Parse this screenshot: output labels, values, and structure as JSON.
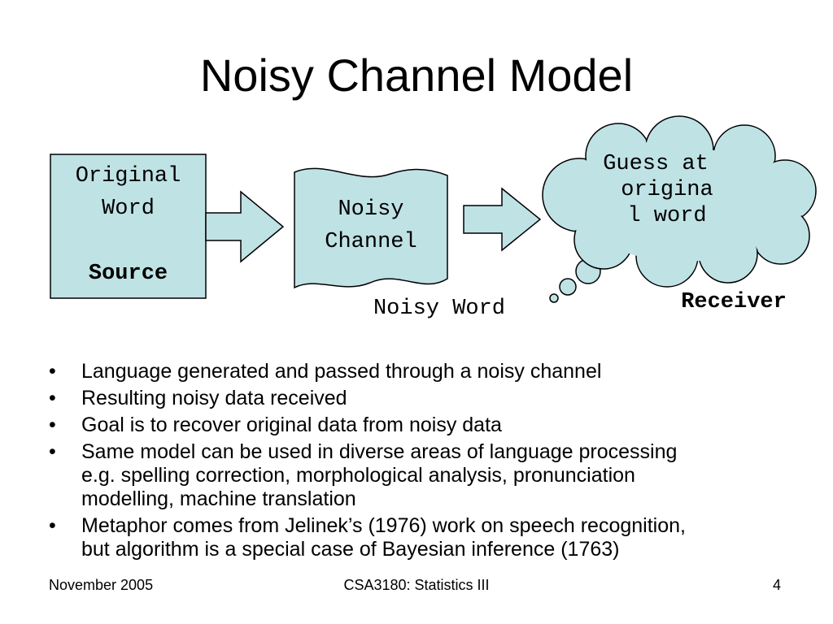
{
  "title": "Noisy Channel Model",
  "colors": {
    "box_fill": "#bfe2e5",
    "stroke": "#000000"
  },
  "diagram": {
    "source_box": {
      "line1": "Original",
      "line2": "Word",
      "label": "Source"
    },
    "channel_box": {
      "line1": "Noisy",
      "line2": "Channel"
    },
    "channel_caption": "Noisy Word",
    "cloud": {
      "line1": "Guess at",
      "line2": "origina",
      "line3": "l word"
    },
    "receiver_label": "Receiver"
  },
  "bullets": [
    {
      "line1": "Language generated and passed through a noisy channel"
    },
    {
      "line1": "Resulting noisy data received"
    },
    {
      "line1": "Goal is to recover original data from noisy data"
    },
    {
      "line1": "Same model can be used in diverse areas of language processing",
      "line2": "e.g. spelling correction, morphological analysis, pronunciation",
      "line3": "modelling, machine translation"
    },
    {
      "line1": "Metaphor comes from Jelinek’s (1976) work on speech recognition,",
      "line2": "but algorithm is a special case of Bayesian inference (1763)"
    }
  ],
  "footer": {
    "date": "November 2005",
    "course": "CSA3180: Statistics III",
    "page": "4"
  }
}
